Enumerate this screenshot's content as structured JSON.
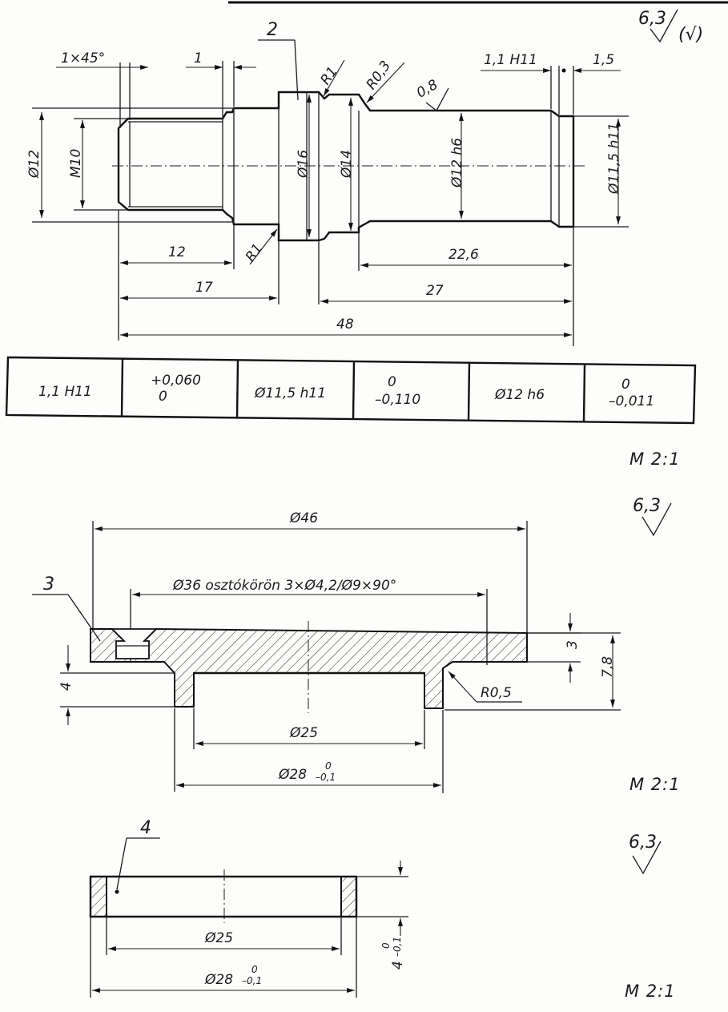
{
  "top_rule": "",
  "part2": {
    "item_number": "2",
    "roughness": "6,3",
    "roughness_other": "(√)",
    "labels": {
      "chamfer": "1×45°",
      "groove_width": "1",
      "radius_top": "R1",
      "radius_r03": "R0,3",
      "radius_bottom": "R1",
      "roughness_local": "0,8",
      "groove_h11": "1,1 H11",
      "length_15": "1,5",
      "dia12": "Ø12",
      "m10": "M10",
      "dia16": "Ø16",
      "dia14": "Ø14",
      "dia12h6": "Ø12 h6",
      "dia115": "Ø11,5 h11",
      "len12": "12",
      "len17": "17",
      "len226": "22,6",
      "len27": "27",
      "len48": "48"
    },
    "tolerance_table": [
      {
        "fit": "1,1 H11",
        "upper": "+0,060",
        "lower": "0"
      },
      {
        "fit": "Ø11,5 h11",
        "upper": "0",
        "lower": "–0,110"
      },
      {
        "fit": "Ø12 h6",
        "upper": "0",
        "lower": "–0,011"
      }
    ],
    "scale": "M 2:1"
  },
  "part3": {
    "item_number": "3",
    "roughness": "6,3",
    "labels": {
      "dia46": "Ø46",
      "holes": "Ø36 osztókörön 3×Ø4,2/Ø9×90°",
      "dim3": "3",
      "dim4": "4",
      "dim78": "7,8",
      "r05": "R0,5",
      "dia25": "Ø25",
      "dia28": "Ø28",
      "dia28_tol_upper": "0",
      "dia28_tol_lower": "–0,1"
    },
    "scale": "M 2:1"
  },
  "part4": {
    "item_number": "4",
    "roughness": "6,3",
    "labels": {
      "dia25": "Ø25",
      "dia28": "Ø28",
      "dia28_tol_upper": "0",
      "dia28_tol_lower": "–0,1",
      "thickness": "4",
      "thickness_tol_upper": "0",
      "thickness_tol_lower": "–0,1"
    },
    "scale": "M 2:1"
  }
}
